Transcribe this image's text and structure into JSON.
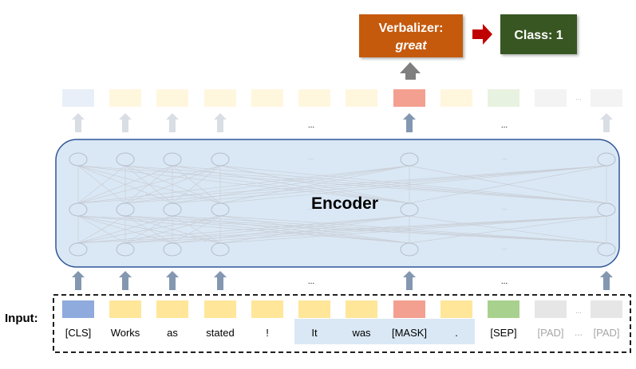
{
  "verbalizer": {
    "line1": "Verbalizer:",
    "line2": "great",
    "color": "#C55A11"
  },
  "class_box": {
    "label": "Class: 1",
    "color": "#385723"
  },
  "encoder": {
    "label": "Encoder",
    "fill": "#DAE8F5",
    "stroke": "#2F5597"
  },
  "input_label": "Input:",
  "ellipsis": "...",
  "tokens": [
    {
      "label": "[CLS]",
      "type": "cls"
    },
    {
      "label": "Works",
      "type": "word"
    },
    {
      "label": "as",
      "type": "word"
    },
    {
      "label": "stated",
      "type": "word"
    },
    {
      "label": "!",
      "type": "word"
    },
    {
      "label": "It",
      "type": "word"
    },
    {
      "label": "was",
      "type": "word"
    },
    {
      "label": "[MASK]",
      "type": "mask"
    },
    {
      "label": ".",
      "type": "word"
    },
    {
      "label": "[SEP]",
      "type": "sep"
    },
    {
      "label": "[PAD]",
      "type": "pad"
    },
    {
      "label": "[PAD]",
      "type": "pad"
    }
  ],
  "colors": {
    "cls": "#8FAADC",
    "word": "#FFE699",
    "mask": "#F4A090",
    "sep": "#A9D18E",
    "pad": "#E7E6E6",
    "template_highlight": "#DAE8F5",
    "arrow_in": "#8497B0",
    "arrow_up_faint": "#D9DEE5",
    "arrow_gray": "#7F7F7F",
    "arrow_red": "#C00000"
  }
}
